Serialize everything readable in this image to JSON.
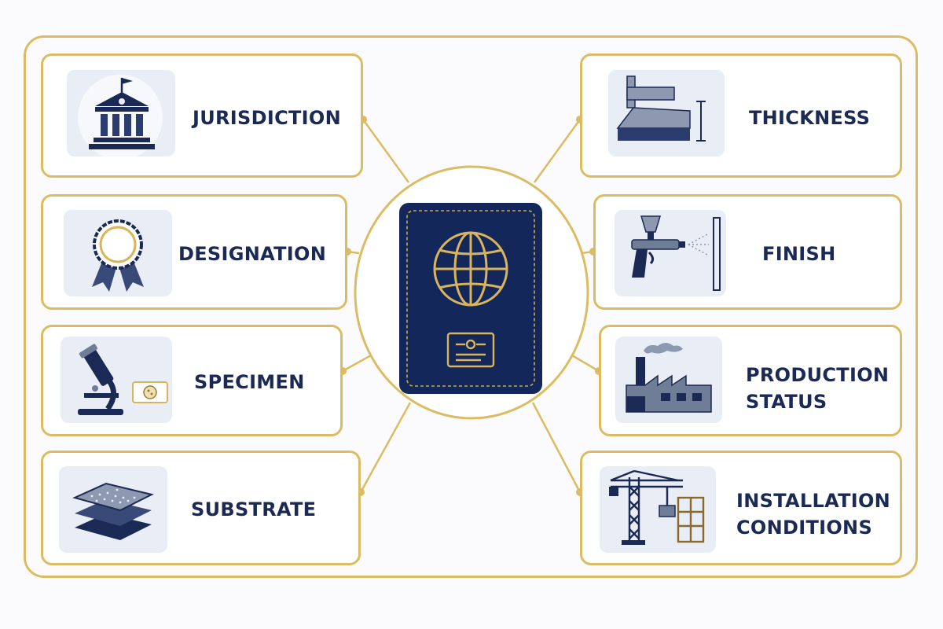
{
  "colors": {
    "gold": "#dcbc63",
    "navy": "#1b2a55",
    "passport_navy": "#13275a",
    "tile_bg": "#e9edf5",
    "steel": "#6f7d96"
  },
  "center": {
    "icon": "passport-icon",
    "emblem": "globe-icon",
    "chip": "id-card-icon"
  },
  "cards": [
    {
      "id": "jurisdiction",
      "label_lines": [
        "JURISDICTION"
      ],
      "icon": "courthouse-icon"
    },
    {
      "id": "designation",
      "label_lines": [
        "DESIGNATION"
      ],
      "icon": "award-ribbon-icon"
    },
    {
      "id": "specimen",
      "label_lines": [
        "SPECIMEN"
      ],
      "icon": "microscope-icon"
    },
    {
      "id": "substrate",
      "label_lines": [
        "SUBSTRATE"
      ],
      "icon": "layers-icon"
    },
    {
      "id": "thickness",
      "label_lines": [
        "THICKNESS"
      ],
      "icon": "caliper-icon"
    },
    {
      "id": "finish",
      "label_lines": [
        "FINISH"
      ],
      "icon": "spray-gun-icon"
    },
    {
      "id": "production-status",
      "label_lines": [
        "PRODUCTION",
        "STATUS"
      ],
      "icon": "factory-icon"
    },
    {
      "id": "installation-conditions",
      "label_lines": [
        "INSTALLATION",
        "CONDITIONS"
      ],
      "icon": "crane-icon"
    }
  ]
}
